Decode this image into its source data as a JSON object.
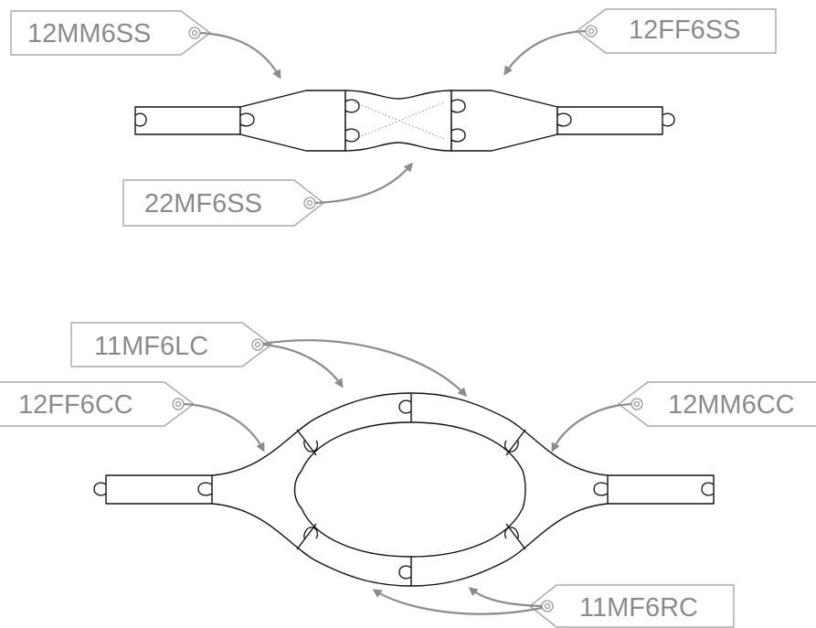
{
  "labels": {
    "tag_12MM6SS": "12MM6SS",
    "tag_12FF6SS": "12FF6SS",
    "tag_22MF6SS": "22MF6SS",
    "tag_11MF6LC": "11MF6LC",
    "tag_12FF6CC": "12FF6CC",
    "tag_12MM6CC": "12MM6CC",
    "tag_11MF6RC": "11MF6RC"
  },
  "colors": {
    "tag_text": "#8a8a8a",
    "tag_outline": "#9a9a9a",
    "arrow": "#8c8c8c",
    "track_outline": "#111111"
  }
}
